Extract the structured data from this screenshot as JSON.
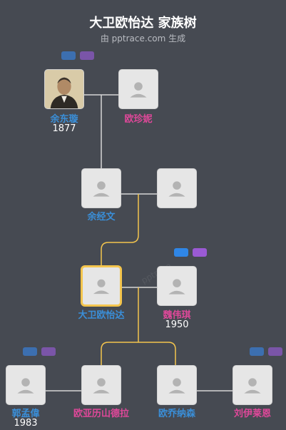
{
  "title": "大卫欧怡达 家族树",
  "subtitle": "由 pptrace.com 生成",
  "watermark": "pptrace",
  "colors": {
    "male": "#3a8fd9",
    "female": "#e0489a",
    "highlight": "#f4c54d",
    "background": "#464a52"
  },
  "people": [
    {
      "id": "p1",
      "name": "余东璇",
      "year": "1877",
      "gender": "male",
      "photo": true
    },
    {
      "id": "p2",
      "name": "欧珍妮",
      "year": "",
      "gender": "female"
    },
    {
      "id": "p3",
      "name": "余经文",
      "year": "",
      "gender": "male"
    },
    {
      "id": "p4",
      "name": "",
      "year": "",
      "gender": "female"
    },
    {
      "id": "p5",
      "name": "大卫欧怡达",
      "year": "",
      "gender": "male",
      "selected": true
    },
    {
      "id": "p6",
      "name": "魏伟琪",
      "year": "1950",
      "gender": "female"
    },
    {
      "id": "p7",
      "name": "郭孟偉",
      "year": "1983",
      "gender": "male"
    },
    {
      "id": "p8",
      "name": "欧亚历山德拉",
      "year": "",
      "gender": "female"
    },
    {
      "id": "p9",
      "name": "欧乔纳森",
      "year": "",
      "gender": "male"
    },
    {
      "id": "p10",
      "name": "刘伊莱恩",
      "year": "",
      "gender": "female"
    }
  ]
}
